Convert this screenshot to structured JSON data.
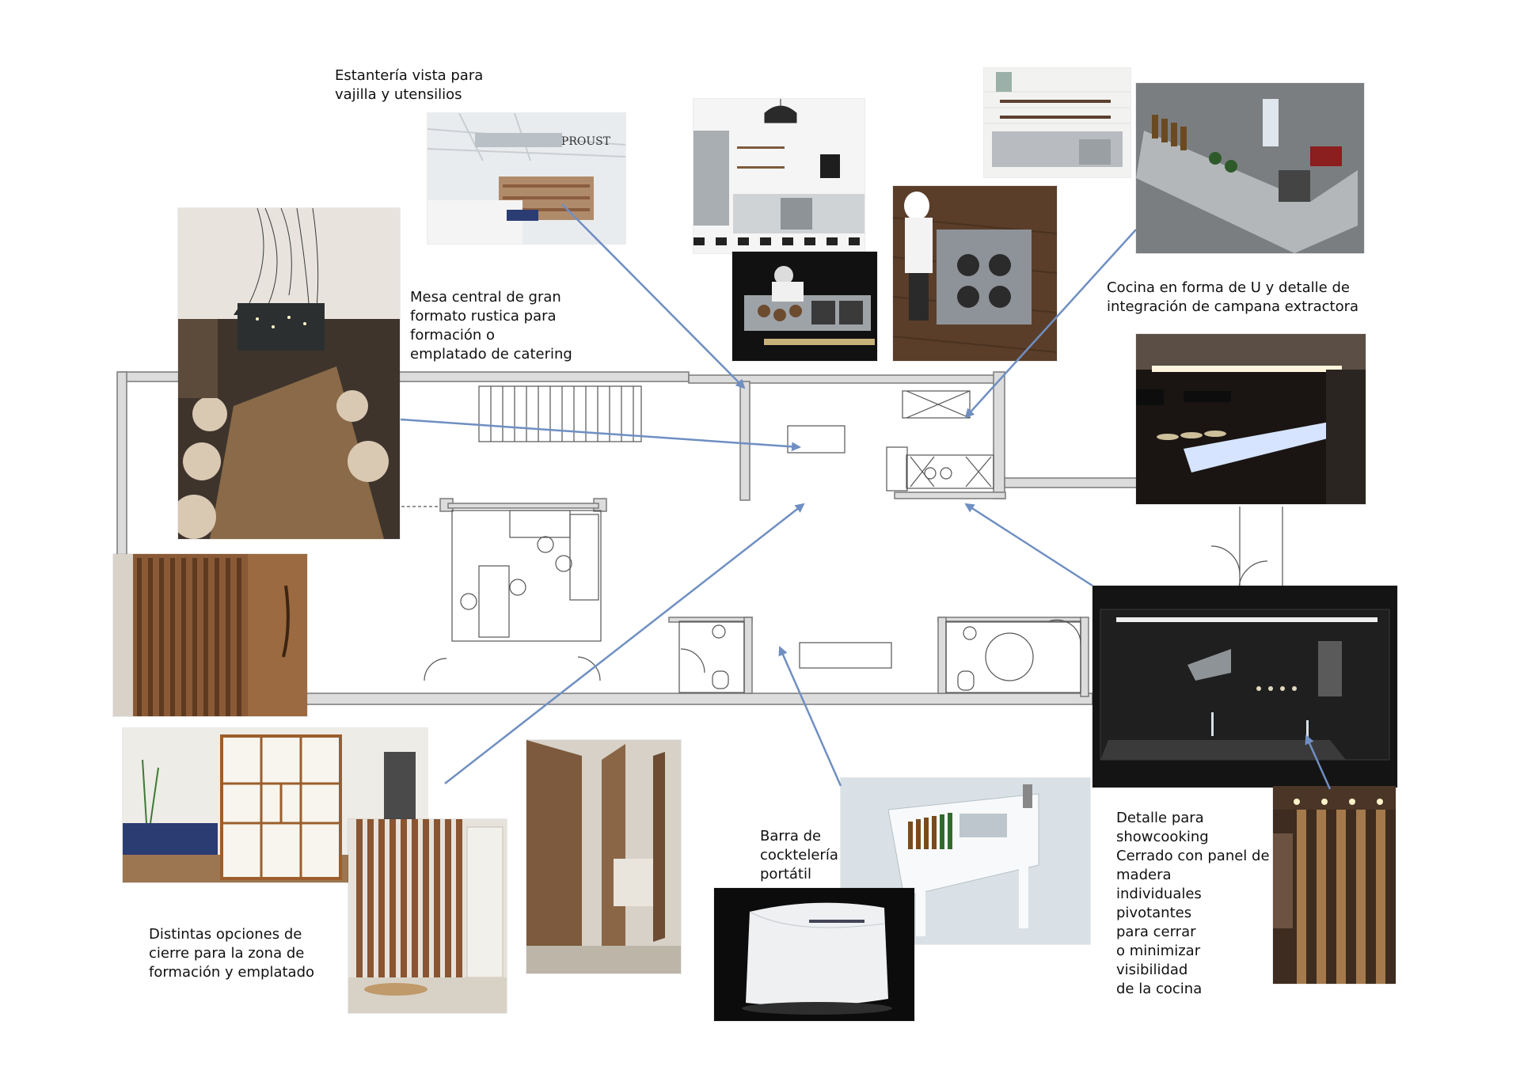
{
  "captions": {
    "shelving": "Estantería vista para\nvajilla y utensilios",
    "central_table": "Mesa central de gran\nformato rustica para\nformación o\nemplatado de catering",
    "u_kitchen": "Cocina en forma de U y detalle de\nintegración de campana extractora",
    "cocktail_bar": "Barra de\ncocktelería\nportátil",
    "closure_options": "Distintas opciones de\ncierre para la zona de\nformación y emplatado",
    "showcooking": "Detalle para\nshowcooking\nCerrado con panel de\nmadera\nindividuales pivotantes\npara cerrar\no minimizar visibilidad\nde la cocina"
  },
  "signage": {
    "shop_sign": "PROUST"
  },
  "colors": {
    "arrow": "#6f8fc2",
    "wall": "#8a8a8a",
    "wall_fill": "#d9d9d9"
  }
}
